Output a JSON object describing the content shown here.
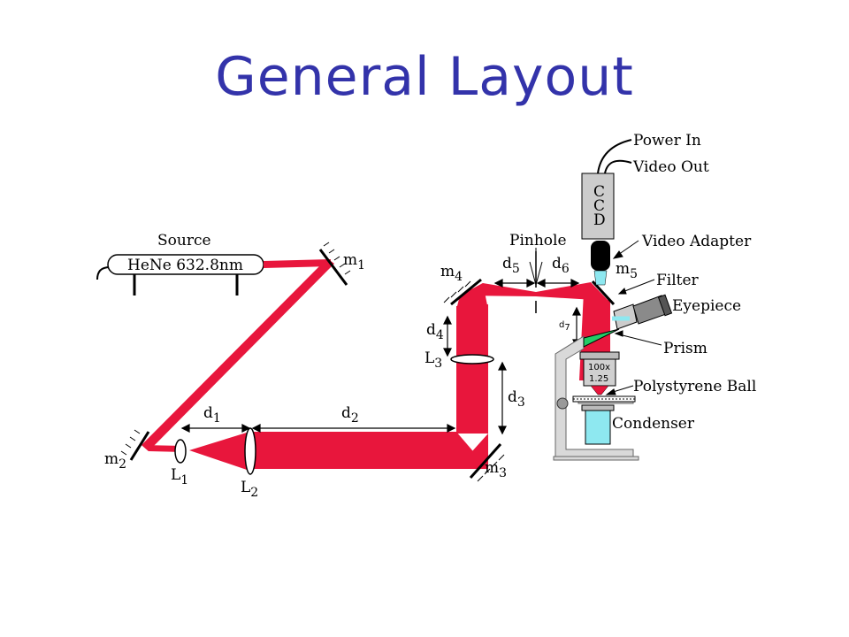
{
  "slide": {
    "title": "General Layout"
  },
  "labels": {
    "power_in": "Power In",
    "video_out": "Video Out",
    "ccd": [
      "C",
      "C",
      "D"
    ],
    "video_adapter": "Video Adapter",
    "source": "Source",
    "laser": "HeNe 632.8nm",
    "pinhole": "Pinhole",
    "filter": "Filter",
    "eyepiece": "Eyepiece",
    "prism": "Prism",
    "objective": [
      "100x",
      "1.25"
    ],
    "polystyrene_ball": "Polystyrene Ball",
    "condenser": "Condenser"
  },
  "symbols": {
    "m1": {
      "base": "m",
      "sub": "1"
    },
    "m2": {
      "base": "m",
      "sub": "2"
    },
    "m3": {
      "base": "m",
      "sub": "3"
    },
    "m4": {
      "base": "m",
      "sub": "4"
    },
    "m5": {
      "base": "m",
      "sub": "5"
    },
    "L1": {
      "base": "L",
      "sub": "1"
    },
    "L2": {
      "base": "L",
      "sub": "2"
    },
    "L3": {
      "base": "L",
      "sub": "3"
    },
    "d1": {
      "base": "d",
      "sub": "1"
    },
    "d2": {
      "base": "d",
      "sub": "2"
    },
    "d3": {
      "base": "d",
      "sub": "3"
    },
    "d4": {
      "base": "d",
      "sub": "4"
    },
    "d5": {
      "base": "d",
      "sub": "5"
    },
    "d6": {
      "base": "d",
      "sub": "6"
    },
    "d7": {
      "base": "d",
      "sub": "7"
    }
  },
  "colors": {
    "title": "#3333aa",
    "beam": "#e8163c",
    "microscope": "#d9d9d9",
    "ccd_body": "#cccccc",
    "cyan": "#8ee8f0",
    "prism": "#22cc66"
  }
}
